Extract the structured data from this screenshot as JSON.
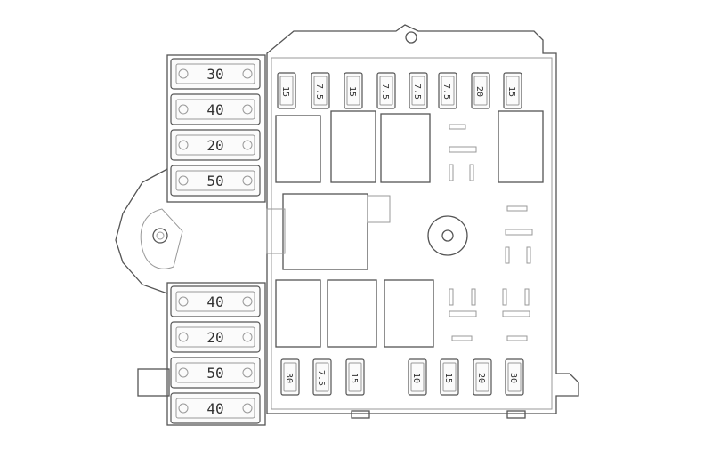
{
  "diagram": {
    "left_maxi_fuses": {
      "upper": [
        "30",
        "40",
        "20",
        "50"
      ],
      "lower": [
        "40",
        "20",
        "50",
        "40"
      ]
    },
    "mini_fuses": {
      "top_row": [
        "15",
        "7.5",
        "15",
        "7.5",
        "7.5",
        "7.5",
        "20",
        "15"
      ],
      "bottom_row": [
        "30",
        "7.5",
        "15",
        "10",
        "15",
        "20",
        "30"
      ]
    },
    "colors": {
      "line": "#555555",
      "fill": "#fbfbfb",
      "background": "#ffffff"
    }
  }
}
